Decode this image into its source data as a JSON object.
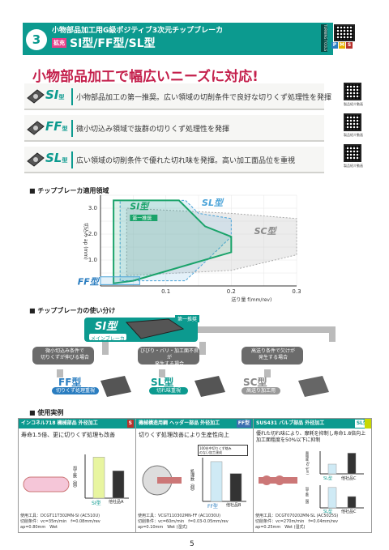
{
  "header": {
    "number": "3",
    "line1": "小物部品加工用G級ポジティブ3次元チップブレーカ",
    "new_tag": "拡充",
    "title": "SI型/FF型/SL型",
    "side_text": "TURNING TOOLS",
    "grades": [
      "P",
      "M",
      "S"
    ]
  },
  "headline": "小物部品加工で幅広いニーズに対応!",
  "features": [
    {
      "name": "SI",
      "suffix": "型",
      "desc": "小物部品加工の第一推奨。広い領域の切削条件で良好な切りくず処理性を発揮",
      "qr_caption": "製品紹介動画"
    },
    {
      "name": "FF",
      "suffix": "型",
      "desc": "微小切込み領域で抜群の切りくず処理性を発揮",
      "qr_caption": "製品紹介動画"
    },
    {
      "name": "SL",
      "suffix": "型",
      "desc": "広い領域の切削条件で優れた切れ味を発揮。高い加工面品位を重視",
      "qr_caption": "製品紹介動画"
    }
  ],
  "section1": "チップブレーカ適用領域",
  "chart_data": {
    "type": "area",
    "xlabel": "送り量 f(mm/rev)",
    "ylabel": "切込み ap (mm)",
    "x_ticks": [
      "0.1",
      "0.2",
      "0.3"
    ],
    "y_ticks": [
      "3.0",
      "2.0",
      "1.0"
    ],
    "xlim": [
      0,
      0.3
    ],
    "ylim": [
      0,
      3.5
    ],
    "regions": [
      {
        "name": "SI型",
        "label": "SI型",
        "badge": "第一推奨",
        "color": "#1aa36a",
        "points": [
          [
            0.02,
            0.1
          ],
          [
            0.02,
            3.3
          ],
          [
            0.12,
            3.3
          ],
          [
            0.16,
            2.3
          ],
          [
            0.2,
            1.9
          ],
          [
            0.2,
            1.3
          ],
          [
            0.05,
            0.2
          ],
          [
            0.02,
            0.1
          ]
        ]
      },
      {
        "name": "SL型",
        "label": "SL型",
        "color": "#4aa3d8",
        "points": [
          [
            0.03,
            0.2
          ],
          [
            0.03,
            3.3
          ],
          [
            0.13,
            3.3
          ],
          [
            0.15,
            2.8
          ],
          [
            0.2,
            2.6
          ],
          [
            0.2,
            1.9
          ],
          [
            0.13,
            0.2
          ]
        ]
      },
      {
        "name": "SC型",
        "label": "SC型",
        "color": "#aaaaaa",
        "points": [
          [
            0.04,
            0.4
          ],
          [
            0.04,
            3.0
          ],
          [
            0.2,
            2.8
          ],
          [
            0.3,
            2.6
          ],
          [
            0.3,
            1.2
          ],
          [
            0.2,
            0.6
          ]
        ]
      },
      {
        "name": "FF型",
        "label": "FF型",
        "color": "#4aa3d8",
        "points": [
          [
            0.0,
            0.05
          ],
          [
            0.0,
            0.35
          ],
          [
            0.06,
            0.35
          ],
          [
            0.06,
            0.05
          ]
        ]
      }
    ]
  },
  "section2": "チップブレーカの使い分け",
  "flow": {
    "top": {
      "name": "SI型",
      "sub": "メインブレーカ",
      "badge": "第一推奨"
    },
    "conditions": [
      "微小切込み条件で\n切りくずが伸びる場合",
      "びびり・バリ・加工面不良が\n発生する場合",
      "高送り条件で欠けが\n発生する場合"
    ],
    "bottom": [
      {
        "name": "FF型",
        "sub": "切りくず処理重視"
      },
      {
        "name": "SL型",
        "sub": "切れ味重視"
      },
      {
        "name": "SC型",
        "sub": "高送り加工用"
      }
    ]
  },
  "section3": "使用実例",
  "cases": [
    {
      "header": "インコネル718 機械部品 外径加工",
      "tag": "S",
      "tag_color": "#b7312c",
      "summary": "寿命1.5倍、更に切りくず処理も改善",
      "ylabel": "加工数（個）",
      "bars": [
        {
          "label": "SI型",
          "value": 150,
          "color": "#e8f5a0"
        },
        {
          "label": "他社品A",
          "value": 100,
          "color": "#333333"
        }
      ],
      "foot": [
        "使用工具：DCGT11T302MN-SI (AC510U)",
        "切削条件：vc=35m/min　f=0.08mm/rev",
        "ap=0.80mm　Wet"
      ]
    },
    {
      "header": "機械構造用鋼 ヘッダー部品 外径加工",
      "tag": "FF型",
      "tag_color": "#3a6fb0",
      "summary": "切りくず処理改善により生産性向上",
      "callout": "100台中切りくず絡み\nのない加工達成",
      "ylabel": "処理数（個）",
      "bars": [
        {
          "label": "FF型",
          "value": 100,
          "color": "#cfeaf5"
        },
        {
          "label": "他社品B",
          "value": 70,
          "color": "#333333"
        }
      ],
      "foot": [
        "使用工具：VCGT110302MN-FF (AC1030U)",
        "切削条件：vc=60m/min　f=0.03-0.05mm/rev",
        "ap=0.10mm　Wet (湿式)"
      ]
    },
    {
      "header": "SUS431 バルブ部品 外径加工",
      "tag": "SL型",
      "tag_color": "#ffffff",
      "summary": "優れた切れ味により、摩耗を抑制し寿命1.8倍向上\n加工面粗度を50%以下に抑制",
      "chart1_label": "面粗度 Rz (μm)",
      "chart2_label": "加工数（個）",
      "bars1": [
        {
          "label": "SL型",
          "value": 1.5,
          "color": "#cfeaf5"
        },
        {
          "label": "他社品C",
          "value": 3.2,
          "color": "#333333"
        }
      ],
      "bars2": [
        {
          "label": "SL型",
          "value": 180,
          "color": "#cfeaf5"
        },
        {
          "label": "他社品C",
          "value": 100,
          "color": "#333333"
        }
      ],
      "foot": [
        "使用工具：DCGT070202MN-SL (AC5025S)",
        "切削条件：vc=270m/min　f=0.04mm/rev",
        "ap=0.25mm　Wet (湿式)"
      ]
    }
  ],
  "page_number": "5"
}
